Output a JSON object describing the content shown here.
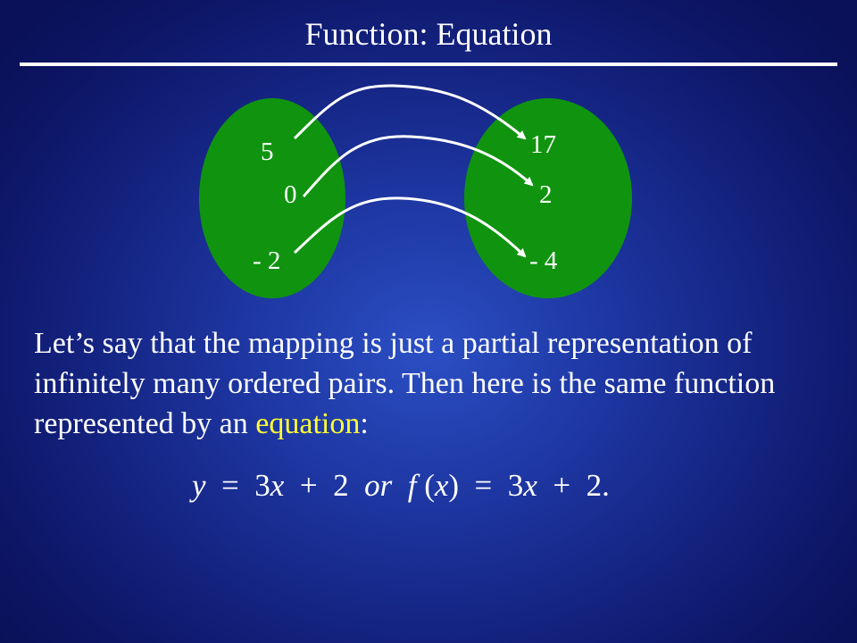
{
  "title": "Function: Equation",
  "mapping": {
    "domain": [
      "5",
      "0",
      "- 2"
    ],
    "range": [
      "17",
      "2",
      "- 4"
    ],
    "colors": {
      "oval": "#109410",
      "arrow": "#ffffff"
    }
  },
  "paragraph": {
    "before": "Let’s say that the mapping is just a partial representation of infinitely many ordered pairs.  Then here is the same function represented by an ",
    "highlight": "equation",
    "after": ":"
  },
  "equation": {
    "y": "y",
    "eq1": "  =  3",
    "x1": "x",
    "mid": "  +  2  ",
    "or": "or",
    "f": "  f",
    "paren_open": " (",
    "x2": "x",
    "eq2": ")  =  3",
    "x3": "x",
    "end": "  +  2."
  },
  "colors": {
    "highlight": "#ffff33",
    "text": "#ffffff"
  }
}
